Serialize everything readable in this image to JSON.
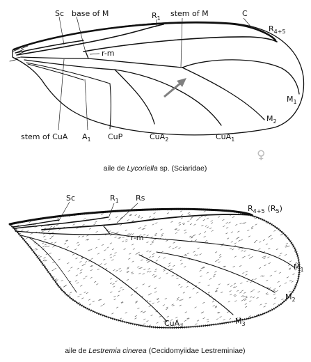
{
  "colors": {
    "ink": "#111111",
    "arrow": "#808080",
    "symbol": "#bdbdbd"
  },
  "wing1": {
    "labels": {
      "sc": "Sc",
      "base_m": "base of M",
      "r1": "R",
      "r1_sub": "1",
      "stem_m": "stem of M",
      "c": "C",
      "r45": "R",
      "r45_sub": "4+5",
      "rm": "r-m",
      "m1": "M",
      "m1_sub": "1",
      "m2": "M",
      "m2_sub": "2",
      "stem_cua": "stem of CuA",
      "a1": "A",
      "a1_sub": "1",
      "cup": "CuP",
      "cua2": "CuA",
      "cua2_sub": "2",
      "cua1": "CuA",
      "cua1_sub": "1"
    },
    "female_symbol": "♀",
    "caption": {
      "before": "aile de ",
      "italic": "Lycoriella",
      "after": " sp. (Sciaridae)"
    }
  },
  "wing2": {
    "labels": {
      "sc": "Sc",
      "r1": "R",
      "r1_sub": "1",
      "rs": "Rs",
      "r45": "R",
      "r45_sub": "4+5",
      "r5": "(R",
      "r5_sub": "5",
      "r5_close": ")",
      "rm": "r-m",
      "m1": "M",
      "m1_sub": "1",
      "m2": "M",
      "m2_sub": "2",
      "m3": "M",
      "m3_sub": "3",
      "cua2": "CuA",
      "cua2_sub": "2"
    },
    "caption": {
      "before": "aile de ",
      "italic": "Lestremia cinerea",
      "after": " (Cecidomyiidae Lestreminiae)"
    }
  }
}
